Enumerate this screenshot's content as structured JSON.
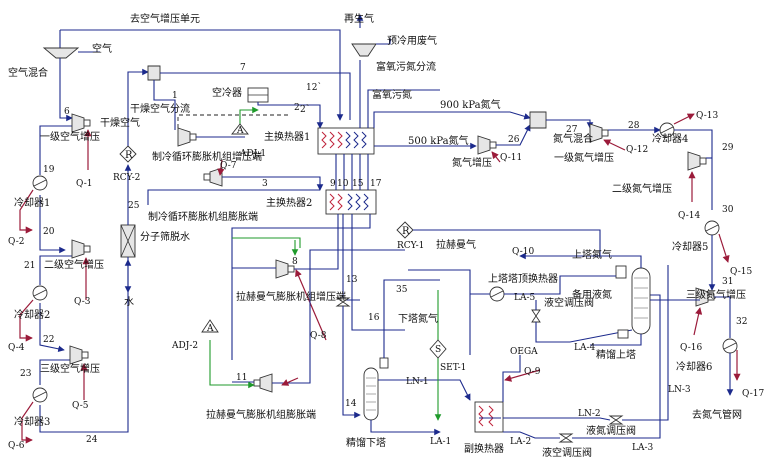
{
  "labels": {
    "to_air_booster": "去空气增压单元",
    "regen_gas": "再生气",
    "precool_waste": "预冷用废气",
    "air": "空气",
    "air_mix": "空气混合",
    "oxygen_rich_split": "富氧污氮分流",
    "oxygen_rich_waste": "富氧污氮",
    "n2_900": "900 kPa氮气",
    "n2_500": "500 kPa氮气",
    "n2_boost": "氮气增压",
    "n2_mix": "氮气混合",
    "n2_stage1": "一级氮气增压",
    "cooler4": "冷却器4",
    "n2_stage2": "二级氮气增压",
    "cooler5": "冷却器5",
    "n2_stage3": "三级氮气增压",
    "cooler6": "冷却器6",
    "to_n2_pipe": "去氮气管网",
    "dry_air": "干燥空气",
    "dry_air_split": "干燥空气分流",
    "air_cooler": "空冷器",
    "main_hx1": "主换热器1",
    "main_hx2": "主换热器2",
    "ref_exp_boost": "制冷循环膨胀机组增压端",
    "ref_exp_expand": "制冷循环膨胀机组膨胀端",
    "mol_sieve": "分子筛脱水",
    "water": "水",
    "air_stage1": "一级空气增压",
    "cooler1": "冷却器1",
    "air_stage2": "二级空气增压",
    "cooler2": "冷却器2",
    "air_stage3": "三级空气增压",
    "cooler3": "冷却器3",
    "lachmann_air": "拉赫曼气",
    "lachmann_boost": "拉赫曼气膨胀机组增压端",
    "lachmann_expand": "拉赫曼气膨胀机组膨胀端",
    "upper_top_n2": "上塔氮气",
    "upper_top_hx": "上塔塔顶换热器",
    "liq_air_valve": "液空调压阀",
    "spare_liq_n2": "备用液氮",
    "upper_column": "精馏上塔",
    "lower_top_n2": "下塔氮气",
    "lower_column": "精馏下塔",
    "sub_hx": "副换热器",
    "liq_n2_valve": "液氮调压阀",
    "liq_air_valve2": "液空调压阀",
    "oega": "OEGA",
    "set1": "SET-1",
    "rcy1": "RCY-1",
    "rcy2": "RCY-2",
    "adj1": "ADJ-1",
    "adj2": "ADJ-2",
    "r": "R",
    "s": "S",
    "a": "A"
  },
  "streams": {
    "s1": "1",
    "s2": "2",
    "s2p": "2`",
    "s3": "3",
    "s6": "6",
    "s7": "7",
    "s8": "8",
    "s9": "9",
    "s10": "10",
    "s11": "11",
    "s12p": "12`",
    "s13": "13",
    "s14": "14",
    "s15": "15",
    "s16": "16",
    "s17": "17",
    "s19": "19",
    "s20": "20",
    "s21": "21",
    "s22": "22",
    "s23": "23",
    "s24": "24",
    "s25": "25",
    "s26": "26",
    "s27": "27",
    "s28": "28",
    "s29": "29",
    "s30": "30",
    "s31": "31",
    "s32": "32",
    "s35": "35",
    "ln1": "LN-1",
    "ln2": "LN-2",
    "ln3": "LN-3",
    "la1": "LA-1",
    "la2": "LA-2",
    "la3": "LA-3",
    "la4": "LA-4",
    "la5": "LA-5"
  },
  "energy": {
    "q1": "Q-1",
    "q2": "Q-2",
    "q3": "Q-3",
    "q4": "Q-4",
    "q5": "Q-5",
    "q6": "Q-6",
    "q7": "Q-7",
    "q8": "Q-8",
    "q9": "Q-9",
    "q10": "Q-10",
    "q11": "Q-11",
    "q12": "Q-12",
    "q13": "Q-13",
    "q14": "Q-14",
    "q15": "Q-15",
    "q16": "Q-16",
    "q17": "Q-17"
  }
}
